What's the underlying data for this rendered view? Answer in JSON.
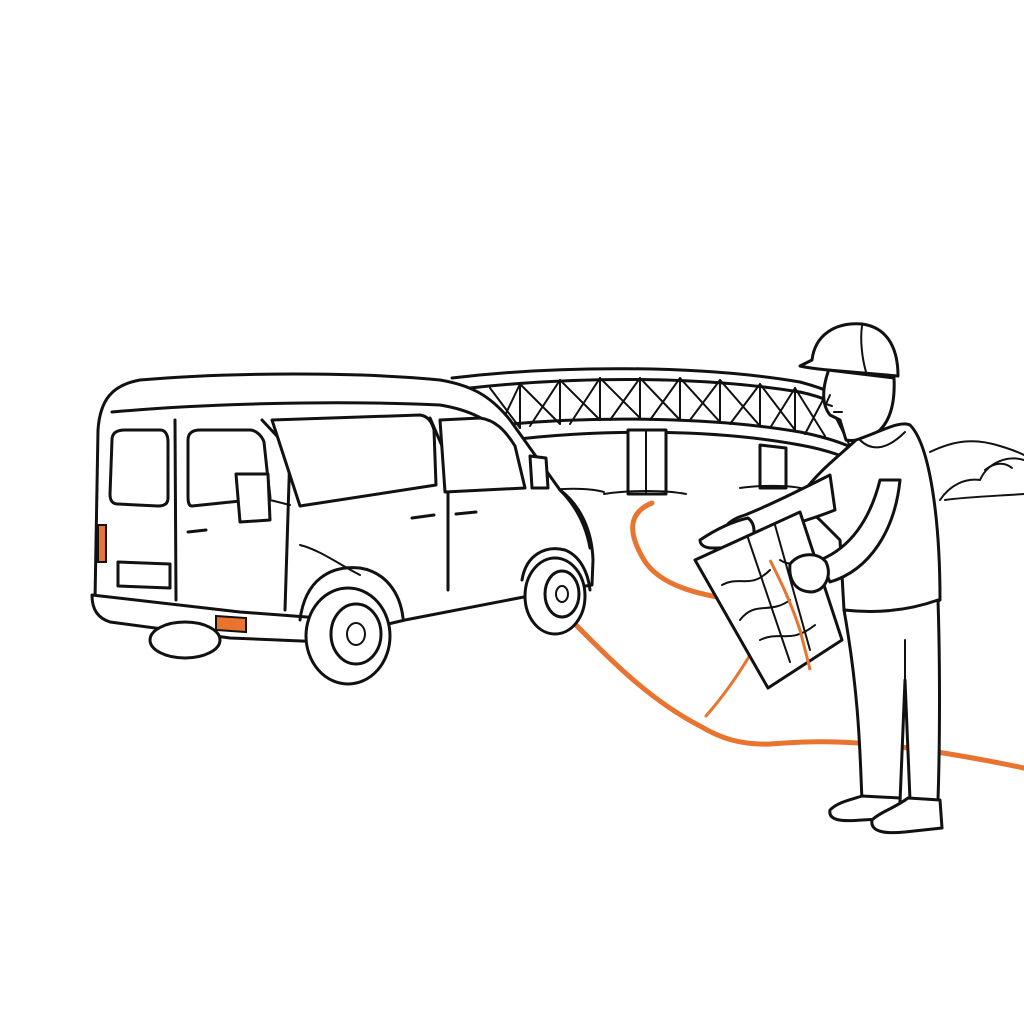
{
  "scene": {
    "style": "line-drawing",
    "accent_color": "#e8742f",
    "ink_color": "#111111",
    "background_color": "#ffffff",
    "subjects": [
      "delivery-van",
      "truss-bridge",
      "man-with-map",
      "route-line",
      "hills"
    ]
  }
}
